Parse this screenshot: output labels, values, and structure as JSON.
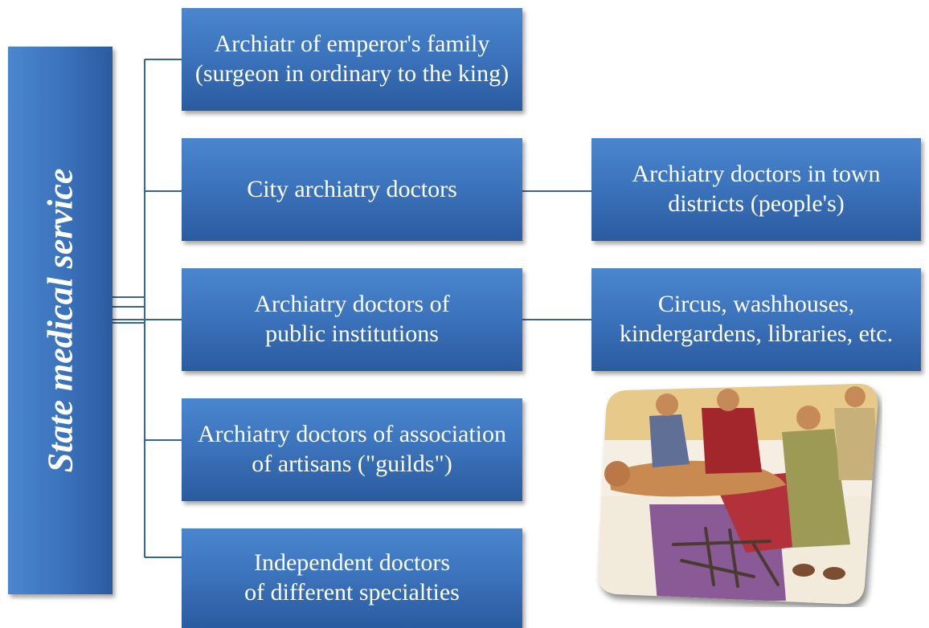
{
  "root": {
    "label": "State medical service"
  },
  "boxes": [
    {
      "label": "Archiatr of emperor's family (surgeon in ordinary to the king)"
    },
    {
      "label": "City archiatry doctors"
    },
    {
      "label": "Archiatry doctors of public institutions"
    },
    {
      "label": "Archiatry doctors of association of artisans (\"guilds\")"
    },
    {
      "label": "Independent doctors of different specialties"
    }
  ],
  "sub_boxes": [
    {
      "label": "Archiatry doctors in town districts (people's)"
    },
    {
      "label": "Circus, washhouses, kindergardens, libraries, etc."
    }
  ],
  "colors": {
    "box": "#3c74bd",
    "line": "#3a62a0",
    "text": "#ffffff"
  }
}
